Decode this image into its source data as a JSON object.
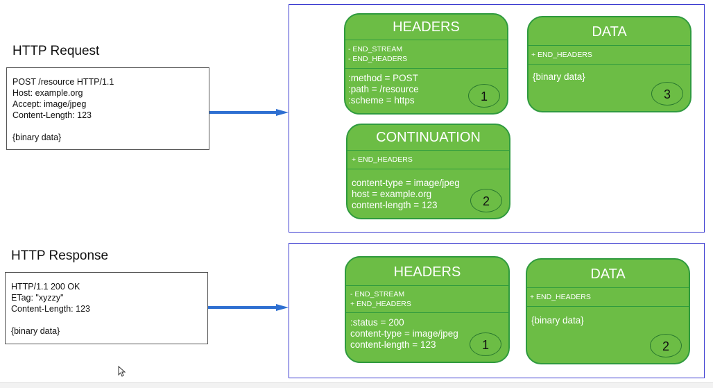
{
  "request": {
    "title": "HTTP Request",
    "message_lines": [
      "POST /resource HTTP/1.1",
      "Host: example.org",
      "Accept: image/jpeg",
      "Content-Length: 123",
      "",
      "{binary data}"
    ],
    "frames": [
      {
        "title": "HEADERS",
        "flags": [
          "- END_STREAM",
          "- END_HEADERS"
        ],
        "fields": [
          ":method = POST",
          ":path = /resource",
          ":scheme = https"
        ],
        "number": "1"
      },
      {
        "title": "CONTINUATION",
        "flags": [
          "+ END_HEADERS"
        ],
        "fields": [
          "content-type = image/jpeg",
          "host = example.org",
          "content-length = 123"
        ],
        "number": "2"
      },
      {
        "title": "DATA",
        "flags": [
          "+ END_HEADERS"
        ],
        "fields": [
          "{binary data}"
        ],
        "number": "3"
      }
    ]
  },
  "response": {
    "title": "HTTP Response",
    "message_lines": [
      "HTTP/1.1 200 OK",
      "ETag: \"xyzzy\"",
      "Content-Length: 123",
      "",
      "{binary data}"
    ],
    "frames": [
      {
        "title": "HEADERS",
        "flags": [
          "- END_STREAM",
          "+ END_HEADERS"
        ],
        "fields": [
          ":status = 200",
          "content-type = image/jpeg",
          "content-length = 123"
        ],
        "number": "1"
      },
      {
        "title": "DATA",
        "flags": [
          "+ END_HEADERS"
        ],
        "fields": [
          "{binary data}"
        ],
        "number": "2"
      }
    ]
  },
  "colors": {
    "frame_fill": "#6cbd45",
    "frame_border": "#2f9a3e",
    "arrow": "#2e6fd1",
    "container_border": "#3a3ad0"
  }
}
